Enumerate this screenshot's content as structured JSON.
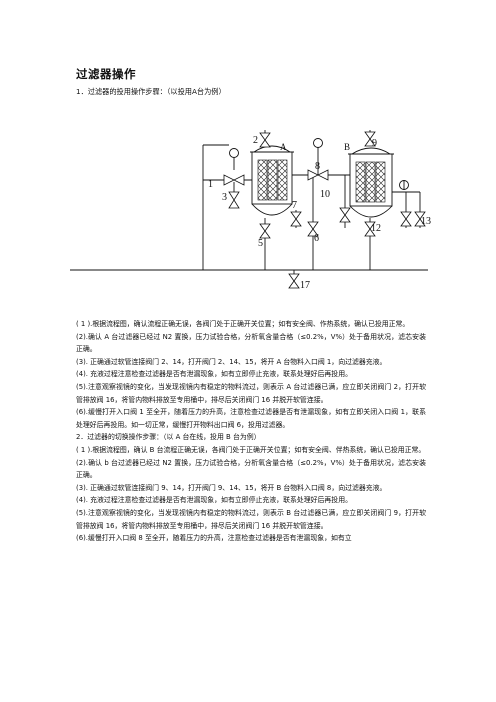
{
  "title": "过滤器操作",
  "intro": "1．过滤器的投用操作步骤：（以投用A台为例）",
  "diagram": {
    "filterA_label": "A",
    "filterB_label": "B",
    "valves": [
      "1",
      "2",
      "3",
      "5",
      "6",
      "7",
      "8",
      "9",
      "10",
      "12",
      "13",
      "17"
    ]
  },
  "steps_a": [
    "( 1 ).根据流程图，确认流程正确无误，各阀门处于正确开关位置；如有安全阀、作热系统，确认已投用正常。",
    "(2).确认 A 台过滤器已经过 N2 置换，压力试验合格，分析氧含量合格（≤0.2%，V%）处于备用状况，滤芯安装正确。",
    "(3). 正确通过软管连接阀门 2、14，打开阀门 2、14、15，将开 A 台物料入口阀 1，向过滤器充液。",
    "(4). 充液过程注意检查过滤器是否有泄漏现象，如有立即停止充液，联系处理好后再投用。",
    "(5).注意观察视镜的变化，当发现视镜内有稳定的物料流过，则表示 A 台过滤器已满，应立即关闭阀门 2，打开软管排放阀 16，将管内物料排放至专用桶中，排尽后关闭阀门 16 并脱开软管连接。",
    "(6).缓慢打开入口阀 1 至全开，随着压力的升高，注意检查过滤器是否有泄漏现象，如有立即关闭入口阀 1，联系处理好后再投用。如一切正常，缓慢打开物料出口阀 6，投用过滤器。"
  ],
  "section2": "2．过滤器的切换操作步骤：（以 A 台在线，投用 B 台为例）",
  "steps_b": [
    "( 1 ).根据流程图，确认 B 台流程正确无误，各阀门处于正确开关位置；如有安全阀、伴热系统，确认已投用正常。",
    "(2).确认 b 台过滤器已经过 N2 置换，压力试验合格，分析氧含量合格（≤0.2%，V%）处于备用状况，滤芯安装正确。",
    "(3). 正确通过软管连接阀门 9、14，打开阀门 9、14、15，将开 B 台物料入口阀 8，向过滤器充液。",
    "(4). 充液过程注意检查过滤器是否有泄漏现象，如有立即停止充液，联系处理好后再投用。",
    "(5).注意观察视镜的变化，当发现视镜内有稳定的物料流过，则表示 B 台过滤器已满，应立即关闭阀门 9，打开软管排放阀 16，将管内物料排放至专用桶中，排尽后关闭阀门 16 并脱开软管连接。",
    "(6).缓慢打开入口阀 8 至全开，随着压力的升高，注意检查过滤器是否有泄漏现象，如有立"
  ]
}
